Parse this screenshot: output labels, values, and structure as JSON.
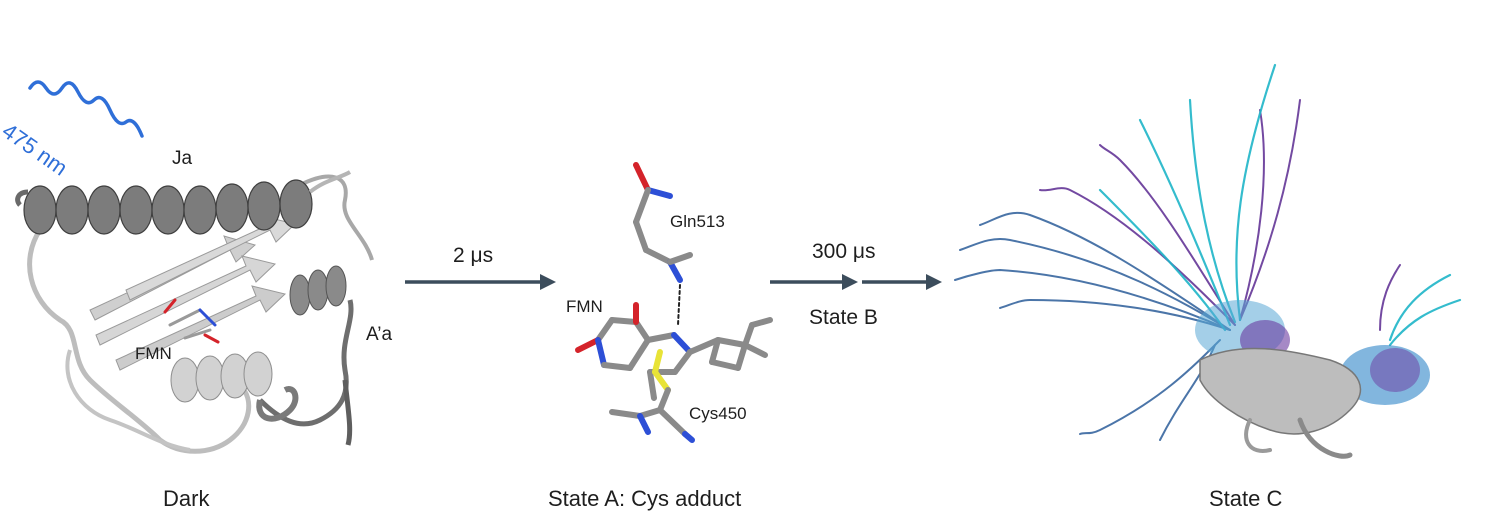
{
  "light": {
    "wavelength_label": "475 nm",
    "color": "#2f6fd8"
  },
  "panels": {
    "dark": {
      "caption": "Dark",
      "helix_top_label": "Ja",
      "helix_right_label": "A’a",
      "ligand_label": "FMN"
    },
    "state_a": {
      "caption": "State A: Cys adduct",
      "residue_top": "Gln513",
      "ligand_label": "FMN",
      "residue_bottom": "Cys450"
    },
    "state_c": {
      "caption": "State C"
    }
  },
  "transitions": [
    {
      "label": "2 μs"
    },
    {
      "label": "300 μs",
      "sublabel": "State B"
    }
  ],
  "colors": {
    "protein_light": "#c9c9c9",
    "protein_dark": "#6e6e6e",
    "arrow": "#3c4d5c",
    "carbon": "#8a8a8a",
    "oxygen": "#d4232a",
    "nitrogen": "#2d4fd6",
    "sulfur": "#e8e337",
    "ensemble_cyan": "#1fb5c8",
    "ensemble_purple": "#5b2a91",
    "ensemble_blue": "#2c5d9a"
  }
}
